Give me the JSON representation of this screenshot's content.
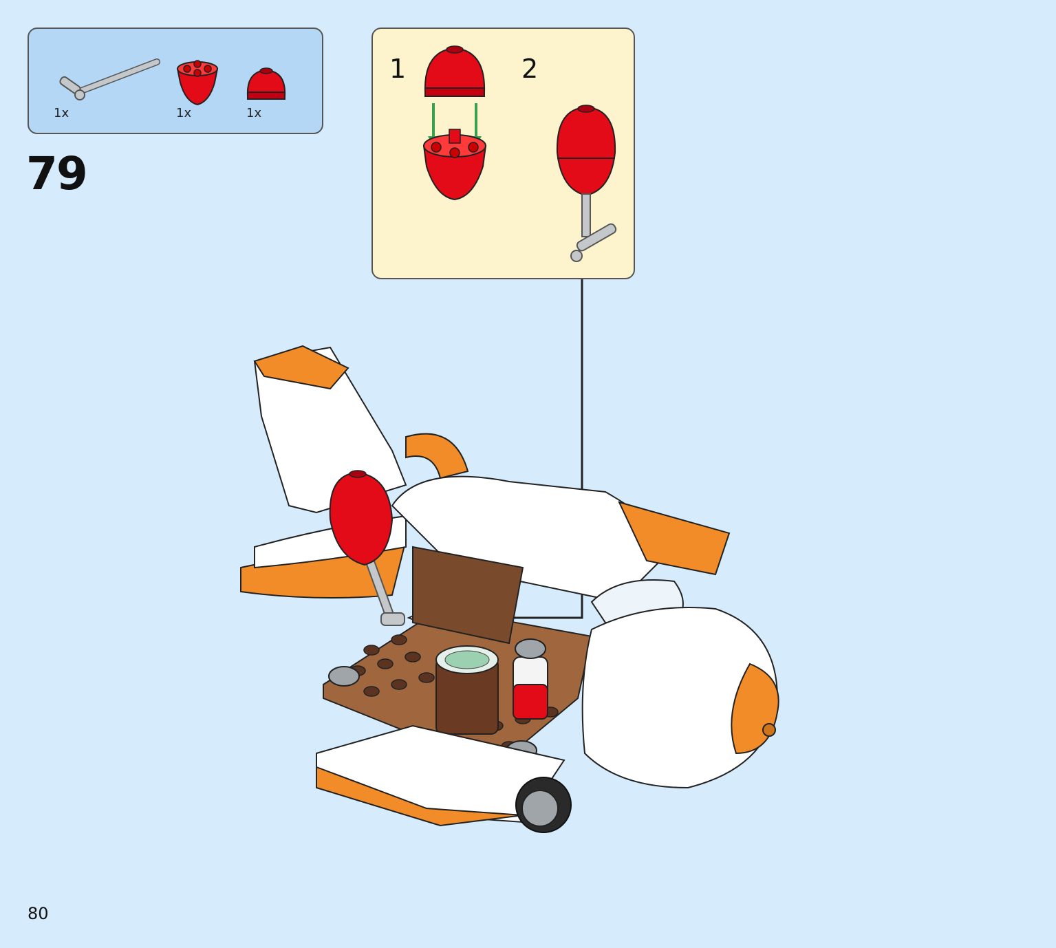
{
  "parts": [
    {
      "name": "bar-with-clip",
      "qty": "1x"
    },
    {
      "name": "red-round-brick-cone",
      "qty": "1x"
    },
    {
      "name": "red-dome-brick",
      "qty": "1x"
    }
  ],
  "step_number": "79",
  "substeps": [
    {
      "number": "1"
    },
    {
      "number": "2"
    }
  ],
  "page_number": "80",
  "colors": {
    "page_background": "#d6ebfb",
    "parts_panel": "#b3d7f5",
    "substep_panel": "#fdf3cc",
    "red_part": "#e30b17",
    "orange_part": "#f28c28",
    "white_part": "#ffffff",
    "brown_part": "#8b5a3c",
    "grey_part": "#a0a5a9",
    "arrow_green": "#3a9e4f"
  }
}
